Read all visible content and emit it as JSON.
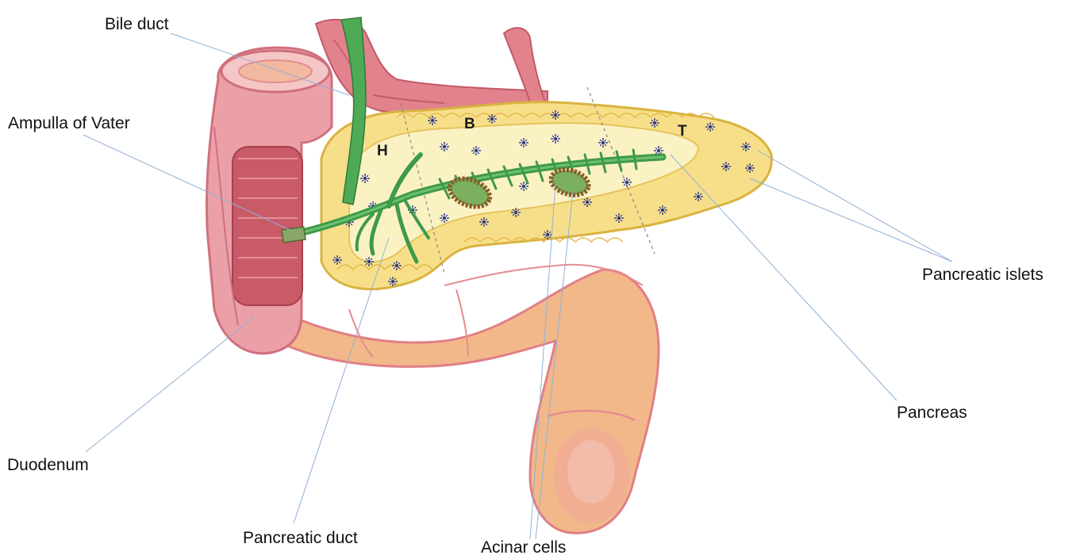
{
  "labels": {
    "bile_duct": "Bile duct",
    "ampulla": "Ampulla of Vater",
    "duodenum": "Duodenum",
    "pancreatic_duct": "Pancreatic duct",
    "acinar_cells": "Acinar cells",
    "pancreas": "Pancreas",
    "islets": "Pancreatic islets"
  },
  "regions": {
    "head": "H",
    "body": "B",
    "tail": "T"
  },
  "colors": {
    "duodenum_pink": "#e8909a",
    "duodenum_dark": "#c95a68",
    "jejunum_orange": "#f2b88a",
    "pancreas_yellow": "#f7df8a",
    "pancreas_outline": "#d9b340",
    "duct_green": "#3f9a4a",
    "acinar_brown": "#8a5a24",
    "islet_blue": "#2d3a8c",
    "leader_line": "#8fb0d6"
  }
}
